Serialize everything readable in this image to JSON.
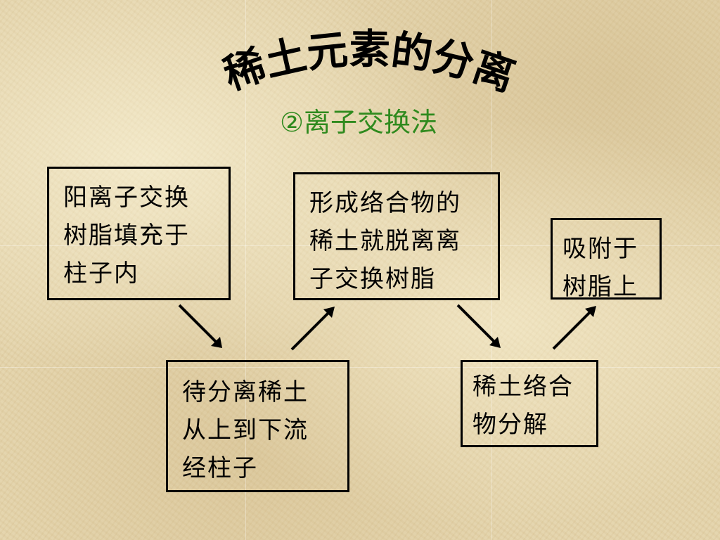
{
  "slide": {
    "title": "稀土元素的分离",
    "subtitle": "②离子交换法"
  },
  "boxes": {
    "resin_fill": "阳离子交换\n树脂填充于\n柱子内",
    "complex_leave": "形成络合物的\n稀土就脱离离\n子交换树脂",
    "adsorb": "吸附于\n树脂上",
    "flow_down": "待分离稀土\n从上到下流\n经柱子",
    "complex_decompose": "稀土络合\n物分解"
  },
  "colors": {
    "subtitle": "#2f8a1e",
    "text": "#000000",
    "background": "#e3d2a8"
  }
}
